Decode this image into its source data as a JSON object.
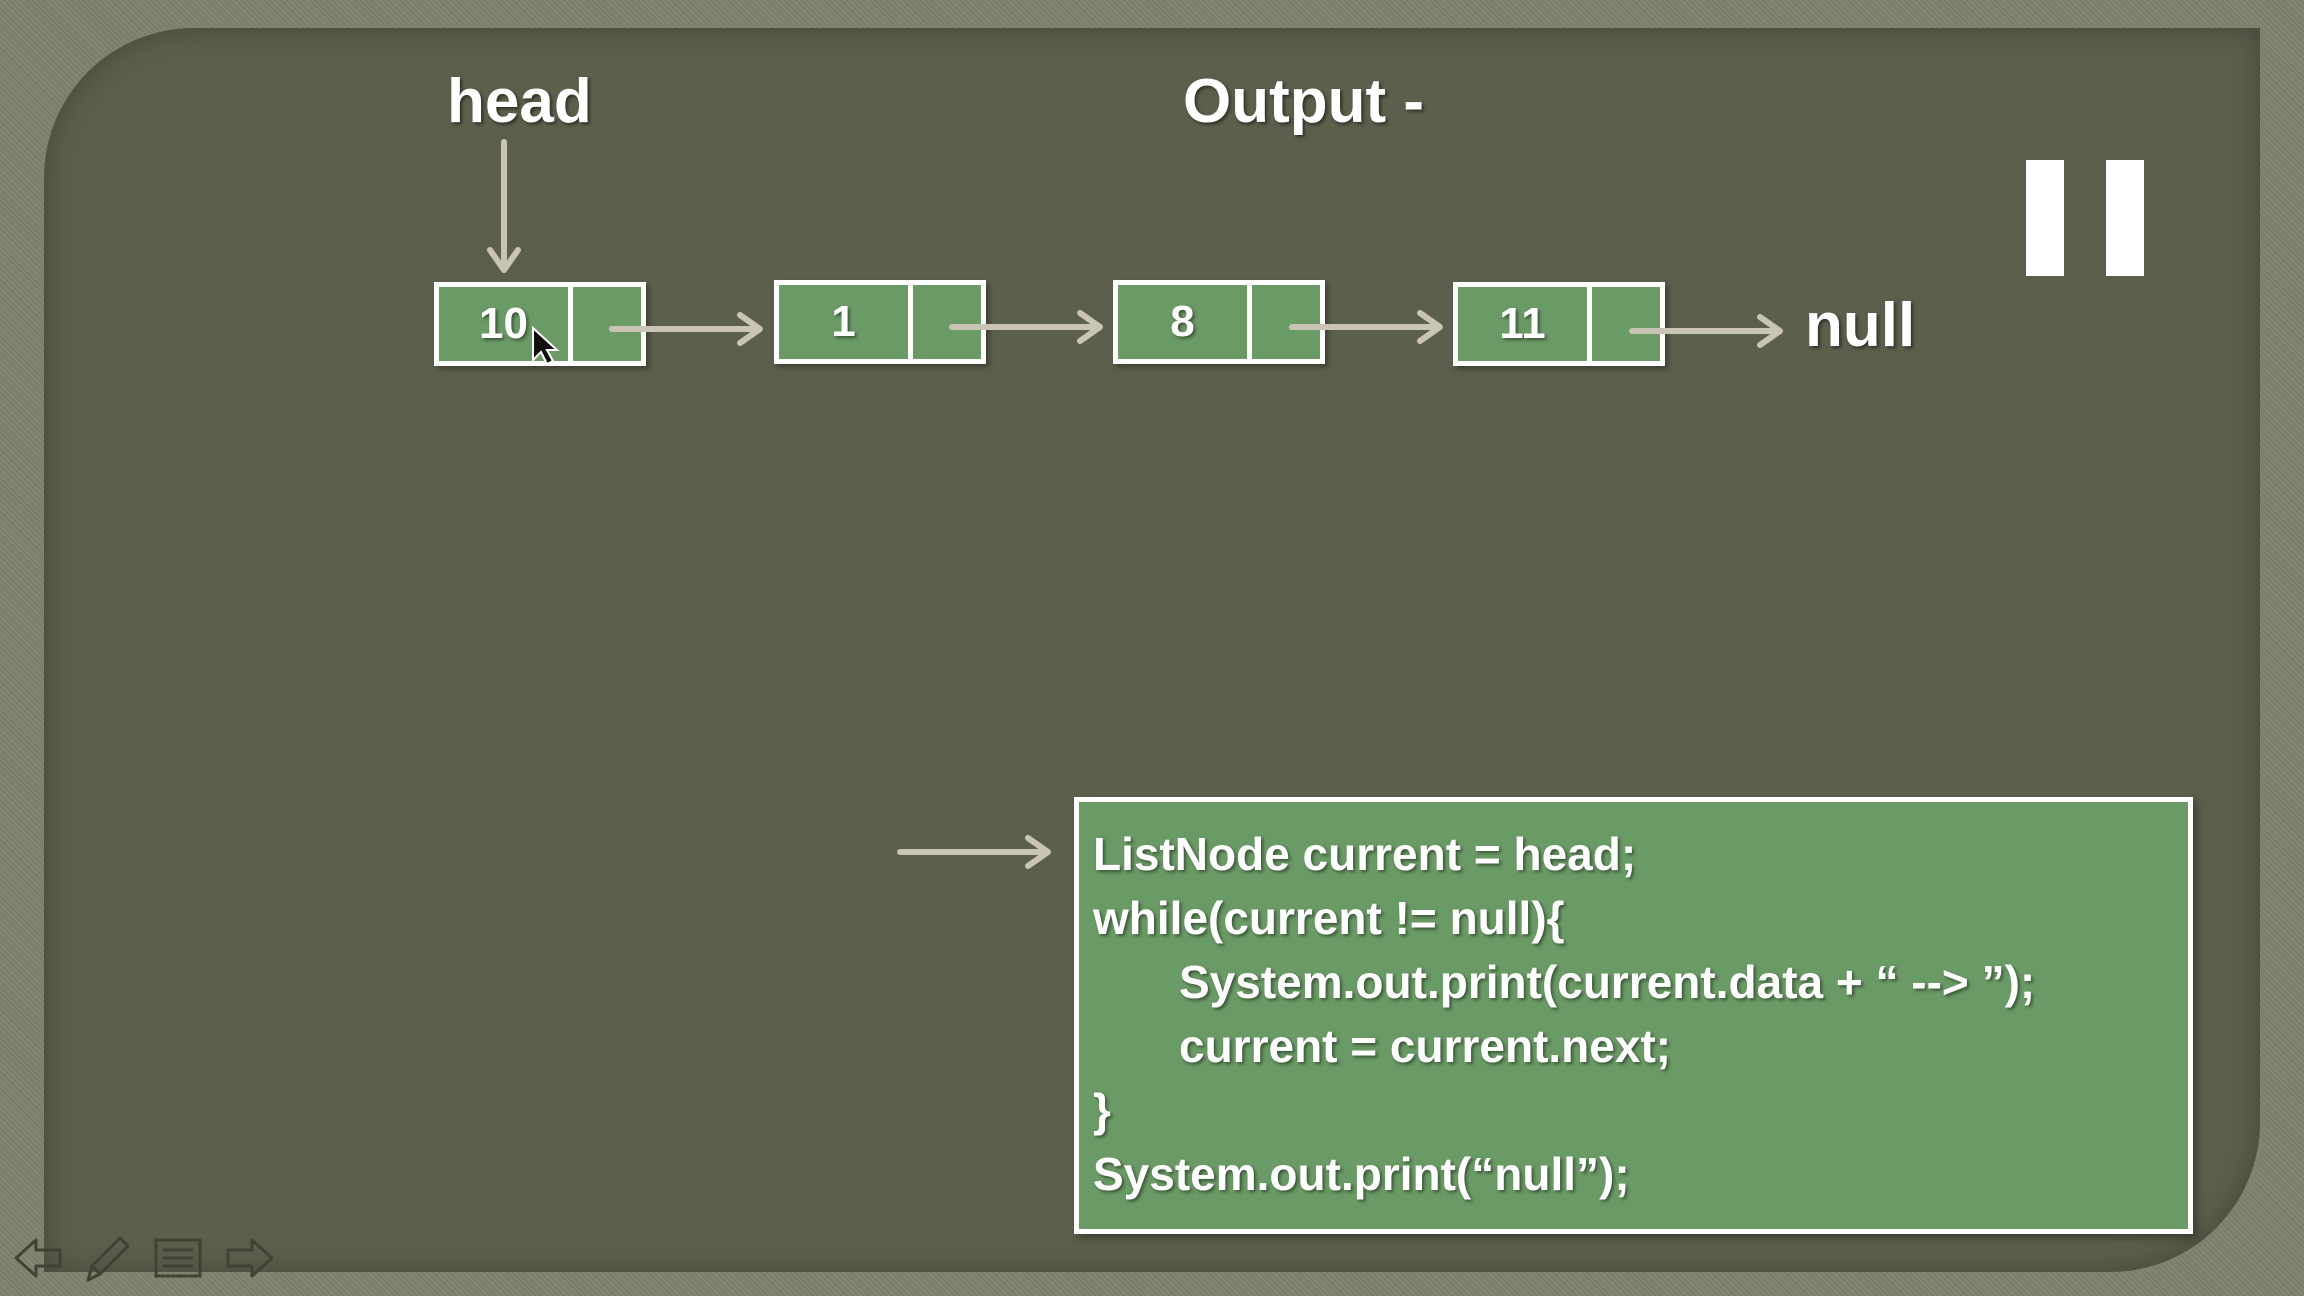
{
  "labels": {
    "head": "head",
    "output": "Output -",
    "terminal": "null"
  },
  "nodes": [
    {
      "value": "10"
    },
    {
      "value": "1"
    },
    {
      "value": "8"
    },
    {
      "value": "11"
    }
  ],
  "code": {
    "lines": [
      {
        "text": "ListNode current = head;",
        "indent": false
      },
      {
        "text": "while(current != null){",
        "indent": false
      },
      {
        "text": "System.out.print(current.data + “ --> ”);",
        "indent": true
      },
      {
        "text": "current = current.next;",
        "indent": true
      },
      {
        "text": "}",
        "indent": false
      },
      {
        "text": "System.out.print(“null”);",
        "indent": false
      }
    ]
  },
  "colors": {
    "slide_bg": "#5c5f4b",
    "node_fill": "#6a9a65",
    "arrow": "#c9c4b3",
    "text": "#ffffff"
  },
  "icons": {
    "pause": "pause-icon",
    "cursor": "mouse-cursor-icon",
    "nav": [
      "previous-slide-icon",
      "pen-icon",
      "slide-menu-icon",
      "next-slide-icon"
    ]
  }
}
